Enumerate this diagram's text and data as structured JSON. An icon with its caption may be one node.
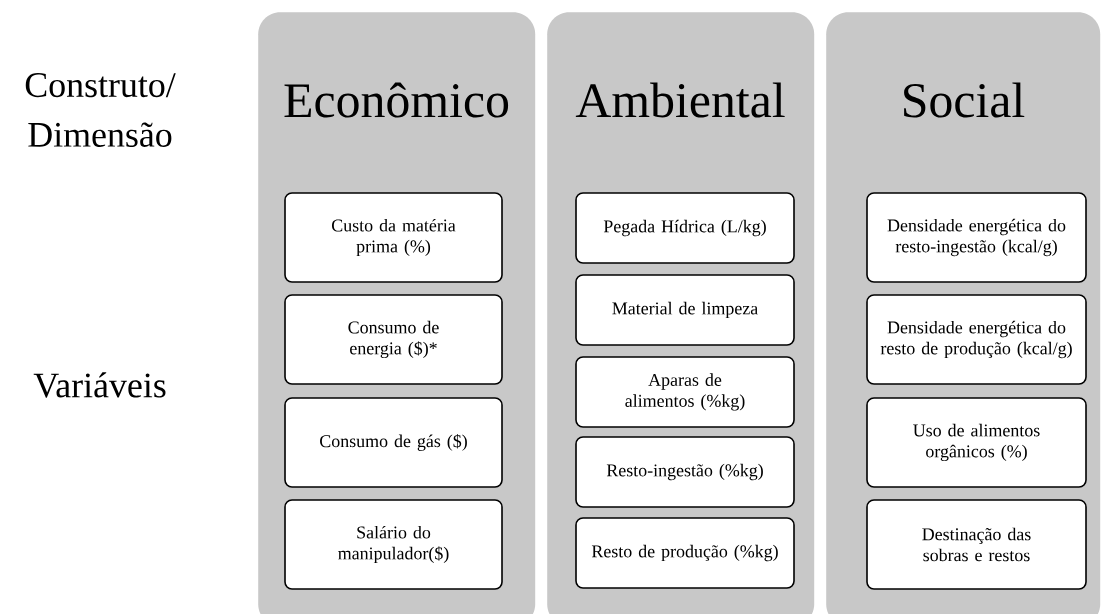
{
  "diagram": {
    "nodes": [
      {
        "text": [
          "Econômico"
        ]
      },
      {
        "text": [
          "Custo da matéria prima (%)"
        ],
        "in": 0
      },
      {
        "text": [
          "Consumo de energia ($)*"
        ],
        "in": 0
      },
      {
        "text": [
          "Consumo de gás ($)"
        ],
        "in": 0
      },
      {
        "text": [
          "Salário do manipulador($)"
        ],
        "in": 0
      },
      {
        "text": [
          "Ambiental"
        ]
      },
      {
        "text": [
          "Pegada Hídrica (L/kg)"
        ],
        "in": 5
      },
      {
        "text": [
          "Material de limpeza"
        ],
        "in": 5
      },
      {
        "text": [
          "Aparas de alimentos (%kg)"
        ],
        "in": 5
      },
      {
        "text": [
          "Resto-ingestão (%kg)"
        ],
        "in": 5
      },
      {
        "text": [
          "Resto de produção (%kg)"
        ],
        "in": 5
      },
      {
        "text": [
          "Social"
        ]
      },
      {
        "text": [
          "Densidade energética do resto-ingestão (kcal/g)"
        ],
        "in": 11
      },
      {
        "text": [
          "Densidade energética do resto de produção (kcal/g)"
        ],
        "in": 11
      },
      {
        "text": [
          "Uso de alimentos orgânicos (%)"
        ],
        "in": 11
      },
      {
        "text": [
          "Destinação das sobras e restos"
        ],
        "in": 11
      }
    ],
    "labels": [
      "Construto/ Dimensão",
      "Variáveis"
    ]
  }
}
